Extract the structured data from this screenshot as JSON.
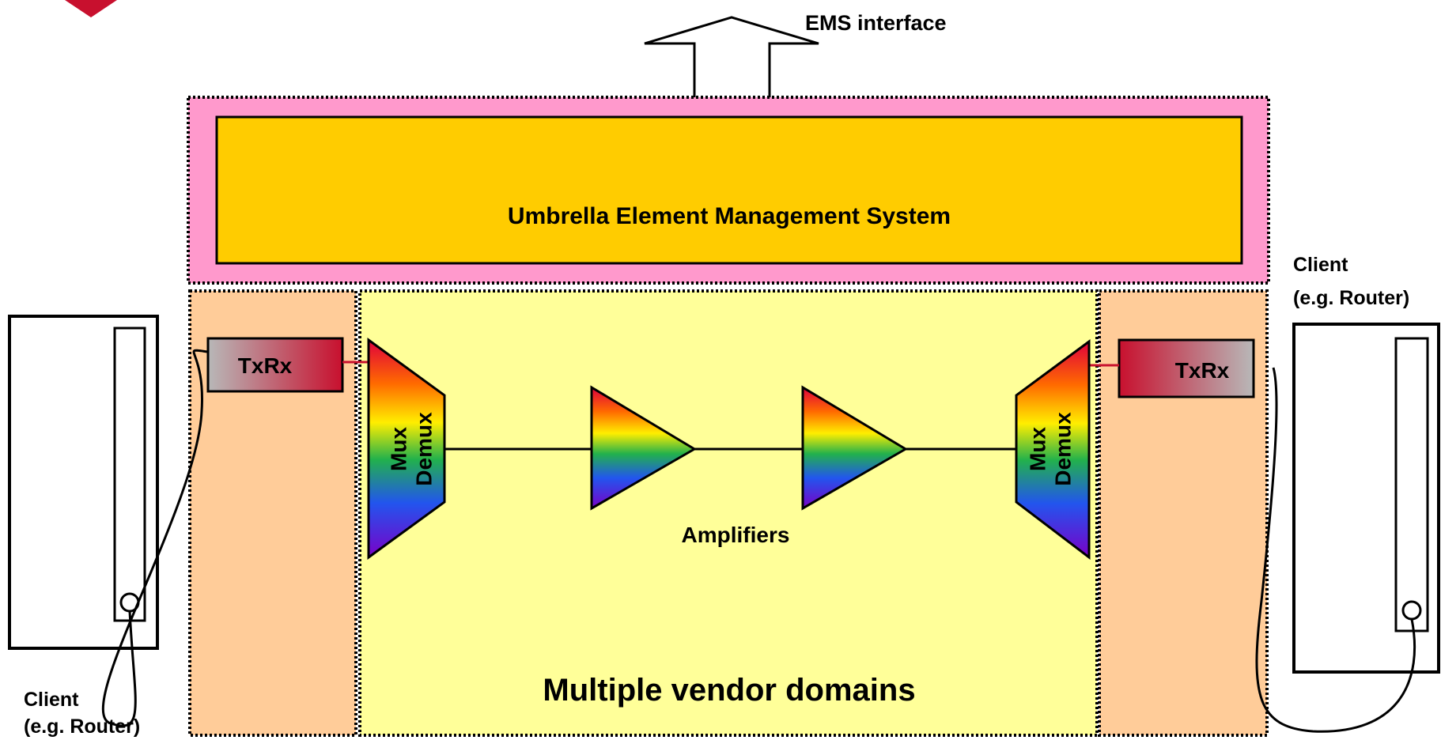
{
  "diagram": {
    "ems_interface": "EMS interface",
    "umbrella_ems": "Umbrella Element Management System",
    "client_left": [
      "Client",
      "(e.g. Router)"
    ],
    "client_right": [
      "Client",
      "(e.g. Router)"
    ],
    "txrx_left": "TxRx",
    "txrx_right": "TxRx",
    "mux_left": [
      "Mux",
      "Demux"
    ],
    "mux_right": [
      "Mux",
      "Demux"
    ],
    "amplifiers": "Amplifiers",
    "vendor_domains": "Multiple vendor domains"
  },
  "colors": {
    "umbrella_frame": "#ff99cc",
    "ems_box": "#ffcc00",
    "vendor_domain_center": "#ffff99",
    "vendor_domain_edge": "#ffcc99",
    "txrx_red": "#c8102e",
    "txrx_grey": "#b0b0b0",
    "logo_red": "#c8102e"
  }
}
